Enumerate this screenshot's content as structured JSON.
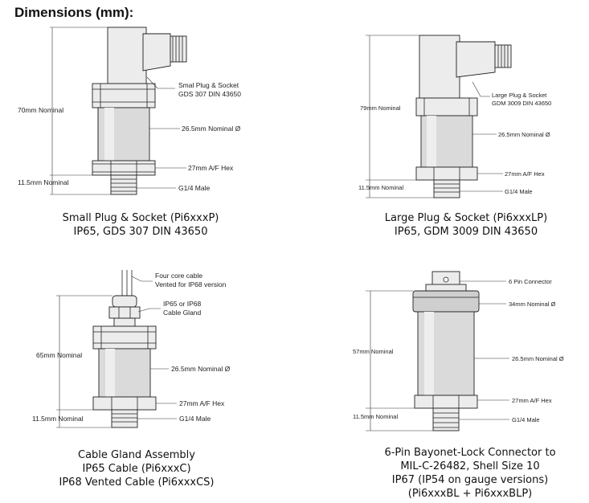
{
  "heading": "Dimensions (mm):",
  "diagrams": {
    "small_plug": {
      "labels": {
        "connector_line1": "Smal Plug & Socket",
        "connector_line2": "GDS 307 DIN 43650",
        "nominal_height": "70mm Nominal",
        "diameter": "26.5mm Nominal Ø",
        "hex": "27mm A/F Hex",
        "thread_height": "11.5mm Nominal",
        "thread": "G1/4 Male"
      },
      "caption": [
        "Small Plug & Socket (Pi6xxxP)",
        "IP65, GDS 307 DIN 43650"
      ]
    },
    "large_plug": {
      "labels": {
        "connector_line1": "Large Plug & Socket",
        "connector_line2": "GDM 3009 DIN 43650",
        "nominal_height": "79mm Nominal",
        "diameter": "26.5mm Nominal Ø",
        "hex": "27mm A/F Hex",
        "thread_height": "11.5mm Nominal",
        "thread": "G1/4 Male"
      },
      "caption": [
        "Large Plug & Socket (Pi6xxxLP)",
        "IP65, GDM 3009 DIN 43650"
      ]
    },
    "cable_gland": {
      "labels": {
        "cable_line1": "Four core cable",
        "cable_line2": "Vented for IP68 version",
        "gland_line1": "IP65 or IP68",
        "gland_line2": "Cable Gland",
        "nominal_height": "65mm Nominal",
        "diameter": "26.5mm Nominal Ø",
        "hex": "27mm A/F Hex",
        "thread_height": "11.5mm Nominal",
        "thread": "G1/4 Male"
      },
      "caption": [
        "Cable Gland Assembly",
        "IP65 Cable (Pi6xxxC)",
        "IP68 Vented Cable (Pi6xxxCS)"
      ]
    },
    "bayonet": {
      "labels": {
        "connector": "6 Pin Connector",
        "top_diameter": "34mm Nominal Ø",
        "nominal_height": "57mm Nominal",
        "diameter": "26.5mm Nominal Ø",
        "hex": "27mm A/F Hex",
        "thread_height": "11.5mm Nominal",
        "thread": "G1/4 Male"
      },
      "caption": [
        "6-Pin Bayonet-Lock Connector to",
        "MIL-C-26482, Shell Size 10",
        "IP67 (IP54 on gauge versions)",
        "(Pi6xxxBL + Pi6xxxBLP)"
      ]
    }
  }
}
